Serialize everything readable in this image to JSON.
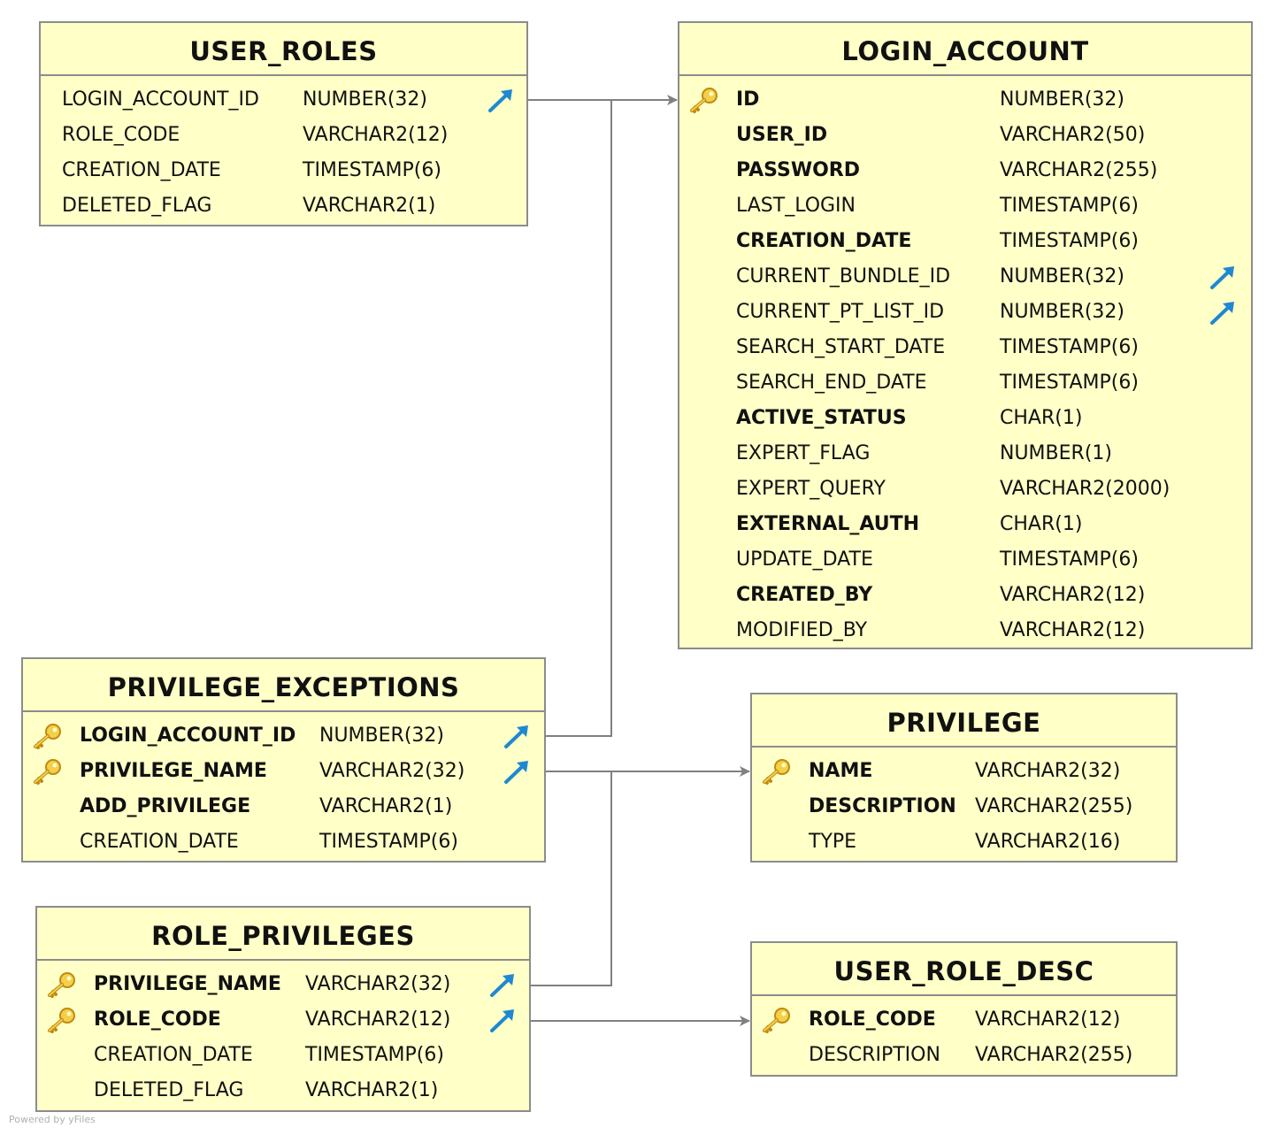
{
  "footer": {
    "credit": "Powered by yFiles"
  },
  "tables": {
    "user_roles": {
      "title": "USER_ROLES",
      "columns": [
        {
          "name": "LOGIN_ACCOUNT_ID",
          "type": "NUMBER(32)",
          "primary_key": false,
          "foreign_key": true,
          "bold": false
        },
        {
          "name": "ROLE_CODE",
          "type": "VARCHAR2(12)",
          "primary_key": false,
          "foreign_key": false,
          "bold": false
        },
        {
          "name": "CREATION_DATE",
          "type": "TIMESTAMP(6)",
          "primary_key": false,
          "foreign_key": false,
          "bold": false
        },
        {
          "name": "DELETED_FLAG",
          "type": "VARCHAR2(1)",
          "primary_key": false,
          "foreign_key": false,
          "bold": false
        }
      ]
    },
    "login_account": {
      "title": "LOGIN_ACCOUNT",
      "columns": [
        {
          "name": "ID",
          "type": "NUMBER(32)",
          "primary_key": true,
          "foreign_key": false,
          "bold": true
        },
        {
          "name": "USER_ID",
          "type": "VARCHAR2(50)",
          "primary_key": false,
          "foreign_key": false,
          "bold": true
        },
        {
          "name": "PASSWORD",
          "type": "VARCHAR2(255)",
          "primary_key": false,
          "foreign_key": false,
          "bold": true
        },
        {
          "name": "LAST_LOGIN",
          "type": "TIMESTAMP(6)",
          "primary_key": false,
          "foreign_key": false,
          "bold": false
        },
        {
          "name": "CREATION_DATE",
          "type": "TIMESTAMP(6)",
          "primary_key": false,
          "foreign_key": false,
          "bold": true
        },
        {
          "name": "CURRENT_BUNDLE_ID",
          "type": "NUMBER(32)",
          "primary_key": false,
          "foreign_key": true,
          "bold": false
        },
        {
          "name": "CURRENT_PT_LIST_ID",
          "type": "NUMBER(32)",
          "primary_key": false,
          "foreign_key": true,
          "bold": false
        },
        {
          "name": "SEARCH_START_DATE",
          "type": "TIMESTAMP(6)",
          "primary_key": false,
          "foreign_key": false,
          "bold": false
        },
        {
          "name": "SEARCH_END_DATE",
          "type": "TIMESTAMP(6)",
          "primary_key": false,
          "foreign_key": false,
          "bold": false
        },
        {
          "name": "ACTIVE_STATUS",
          "type": "CHAR(1)",
          "primary_key": false,
          "foreign_key": false,
          "bold": true
        },
        {
          "name": "EXPERT_FLAG",
          "type": "NUMBER(1)",
          "primary_key": false,
          "foreign_key": false,
          "bold": false
        },
        {
          "name": "EXPERT_QUERY",
          "type": "VARCHAR2(2000)",
          "primary_key": false,
          "foreign_key": false,
          "bold": false
        },
        {
          "name": "EXTERNAL_AUTH",
          "type": "CHAR(1)",
          "primary_key": false,
          "foreign_key": false,
          "bold": true
        },
        {
          "name": "UPDATE_DATE",
          "type": "TIMESTAMP(6)",
          "primary_key": false,
          "foreign_key": false,
          "bold": false
        },
        {
          "name": "CREATED_BY",
          "type": "VARCHAR2(12)",
          "primary_key": false,
          "foreign_key": false,
          "bold": true
        },
        {
          "name": "MODIFIED_BY",
          "type": "VARCHAR2(12)",
          "primary_key": false,
          "foreign_key": false,
          "bold": false
        }
      ]
    },
    "privilege_exceptions": {
      "title": "PRIVILEGE_EXCEPTIONS",
      "columns": [
        {
          "name": "LOGIN_ACCOUNT_ID",
          "type": "NUMBER(32)",
          "primary_key": true,
          "foreign_key": true,
          "bold": true
        },
        {
          "name": "PRIVILEGE_NAME",
          "type": "VARCHAR2(32)",
          "primary_key": true,
          "foreign_key": true,
          "bold": true
        },
        {
          "name": "ADD_PRIVILEGE",
          "type": "VARCHAR2(1)",
          "primary_key": false,
          "foreign_key": false,
          "bold": true
        },
        {
          "name": "CREATION_DATE",
          "type": "TIMESTAMP(6)",
          "primary_key": false,
          "foreign_key": false,
          "bold": false
        }
      ]
    },
    "privilege": {
      "title": "PRIVILEGE",
      "columns": [
        {
          "name": "NAME",
          "type": "VARCHAR2(32)",
          "primary_key": true,
          "foreign_key": false,
          "bold": true
        },
        {
          "name": "DESCRIPTION",
          "type": "VARCHAR2(255)",
          "primary_key": false,
          "foreign_key": false,
          "bold": true
        },
        {
          "name": "TYPE",
          "type": "VARCHAR2(16)",
          "primary_key": false,
          "foreign_key": false,
          "bold": false
        }
      ]
    },
    "role_privileges": {
      "title": "ROLE_PRIVILEGES",
      "columns": [
        {
          "name": "PRIVILEGE_NAME",
          "type": "VARCHAR2(32)",
          "primary_key": true,
          "foreign_key": true,
          "bold": true
        },
        {
          "name": "ROLE_CODE",
          "type": "VARCHAR2(12)",
          "primary_key": true,
          "foreign_key": true,
          "bold": true
        },
        {
          "name": "CREATION_DATE",
          "type": "TIMESTAMP(6)",
          "primary_key": false,
          "foreign_key": false,
          "bold": false
        },
        {
          "name": "DELETED_FLAG",
          "type": "VARCHAR2(1)",
          "primary_key": false,
          "foreign_key": false,
          "bold": false
        }
      ]
    },
    "user_role_desc": {
      "title": "USER_ROLE_DESC",
      "columns": [
        {
          "name": "ROLE_CODE",
          "type": "VARCHAR2(12)",
          "primary_key": true,
          "foreign_key": false,
          "bold": true
        },
        {
          "name": "DESCRIPTION",
          "type": "VARCHAR2(255)",
          "primary_key": false,
          "foreign_key": false,
          "bold": false
        }
      ]
    }
  },
  "relationships": [
    {
      "from": "user_roles.LOGIN_ACCOUNT_ID",
      "to": "login_account.ID"
    },
    {
      "from": "privilege_exceptions.LOGIN_ACCOUNT_ID",
      "to": "login_account.ID"
    },
    {
      "from": "privilege_exceptions.PRIVILEGE_NAME",
      "to": "privilege.NAME"
    },
    {
      "from": "role_privileges.PRIVILEGE_NAME",
      "to": "privilege.NAME"
    },
    {
      "from": "role_privileges.ROLE_CODE",
      "to": "user_role_desc.ROLE_CODE"
    }
  ],
  "colors": {
    "table_fill": "#ffffc8",
    "table_border": "#8c8c8c",
    "edge": "#808080",
    "key_icon": "#e0ac1c",
    "fk_icon": "#1e88d2"
  }
}
